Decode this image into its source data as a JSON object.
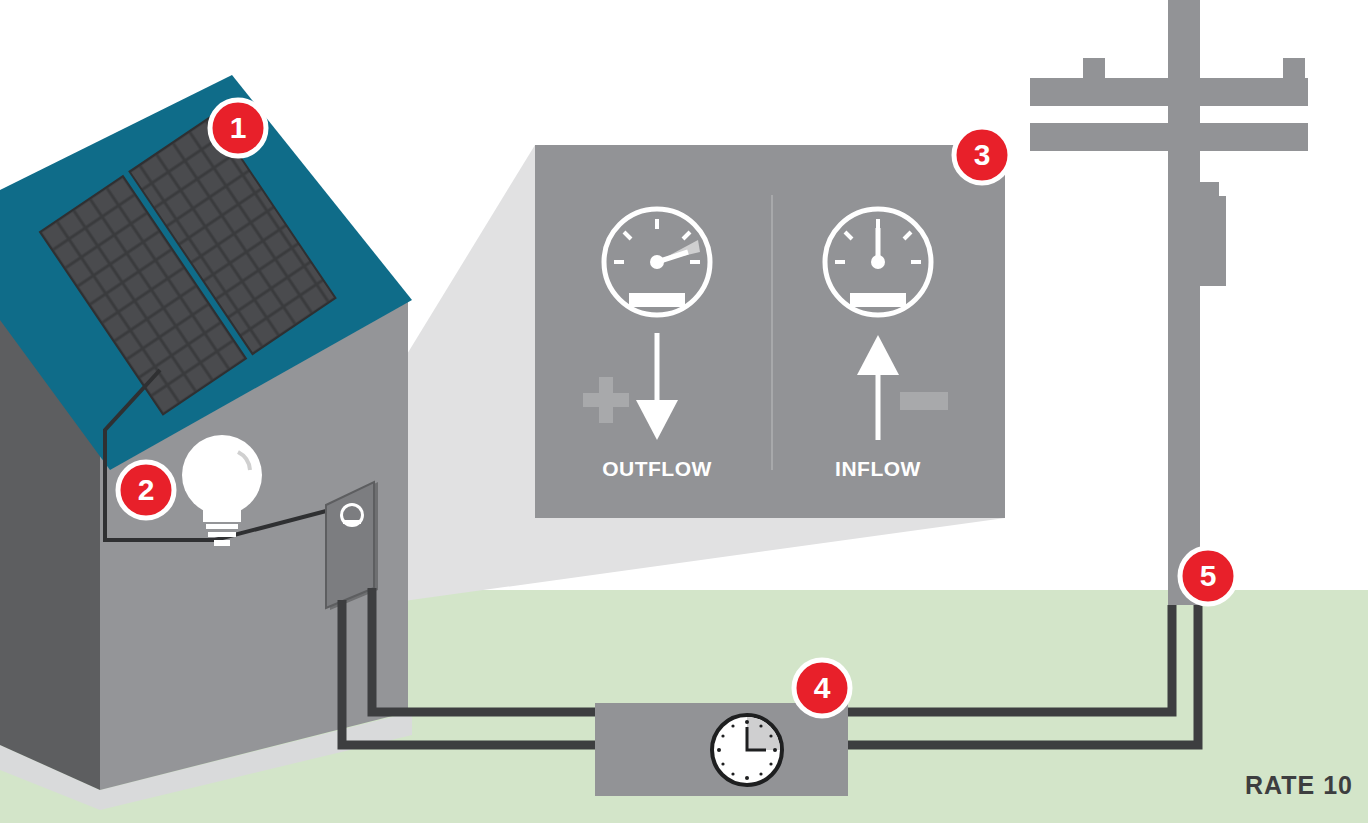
{
  "diagram": {
    "nodes": [
      {
        "text": [
          "OUTFLOW",
          "INFLOW"
        ]
      }
    ],
    "labels": [
      "1",
      "2",
      "3",
      "4",
      "5",
      "RATE 10"
    ]
  }
}
